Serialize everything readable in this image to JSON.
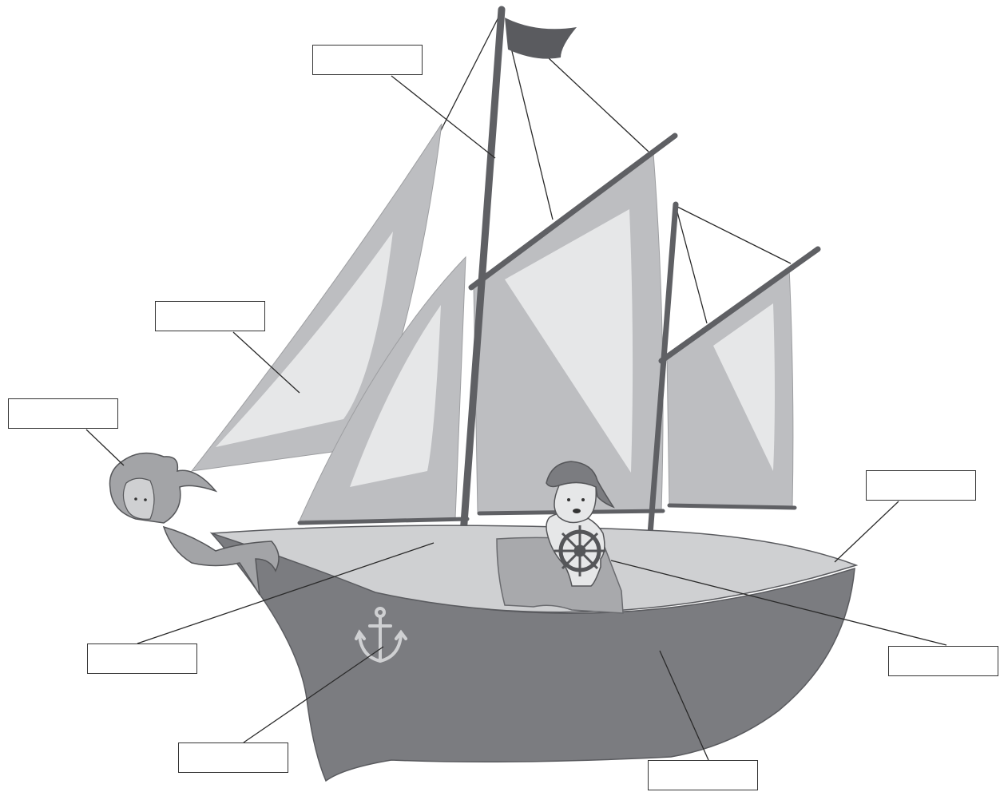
{
  "diagram": {
    "subject": "sailing-ship",
    "labels": [
      {
        "id": "mast",
        "text": ""
      },
      {
        "id": "jib-sail",
        "text": ""
      },
      {
        "id": "figurehead",
        "text": ""
      },
      {
        "id": "stern",
        "text": ""
      },
      {
        "id": "deck",
        "text": ""
      },
      {
        "id": "ships-wheel",
        "text": ""
      },
      {
        "id": "anchor",
        "text": ""
      },
      {
        "id": "hull",
        "text": ""
      }
    ],
    "colors": {
      "hull": "#7b7c80",
      "deck": "#cfd0d2",
      "sail": "#bdbec1",
      "sail_light": "#e6e7e8",
      "spar": "#5f6064",
      "flag": "#5a5b5f",
      "line": "#2a2a2a"
    }
  }
}
